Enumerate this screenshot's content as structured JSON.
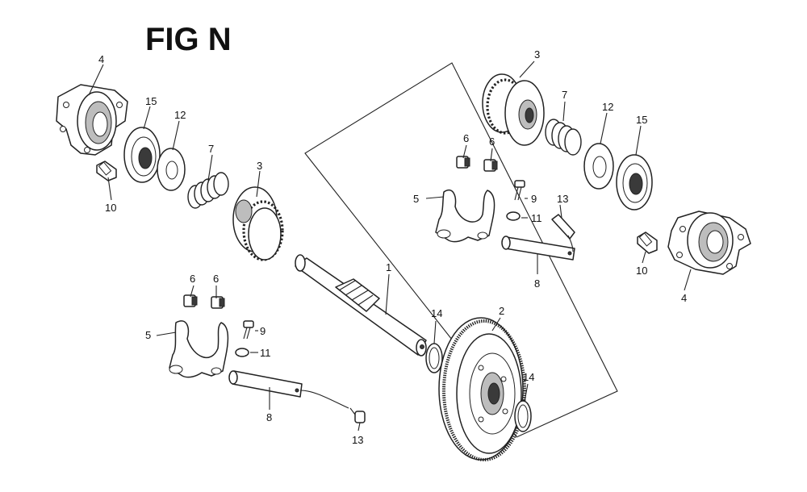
{
  "title": "FIG N",
  "callouts": {
    "shaft": "1",
    "gear_large": "2",
    "gear_left": "3",
    "gear_right": "3",
    "housing_left": "4",
    "housing_right": "4",
    "fork_left": "5",
    "fork_right": "5",
    "pin_left_a": "6",
    "pin_left_b": "6",
    "pin_right_a": "6",
    "pin_right_b": "6",
    "spring_left": "7",
    "spring_right": "7",
    "rod_left": "8",
    "rod_right": "8",
    "bolt_left_9": "9",
    "bolt_right_9": "9",
    "bolt_left_10": "10",
    "bolt_right_10": "10",
    "washer_left_11": "11",
    "washer_right_11": "11",
    "washer_left_12": "12",
    "washer_right_12": "12",
    "clip_left_13": "13",
    "clip_right_13": "13",
    "circlip_shaft_14": "14",
    "circlip_gear_14": "14",
    "bearing_left_15": "15",
    "bearing_right_15": "15"
  }
}
